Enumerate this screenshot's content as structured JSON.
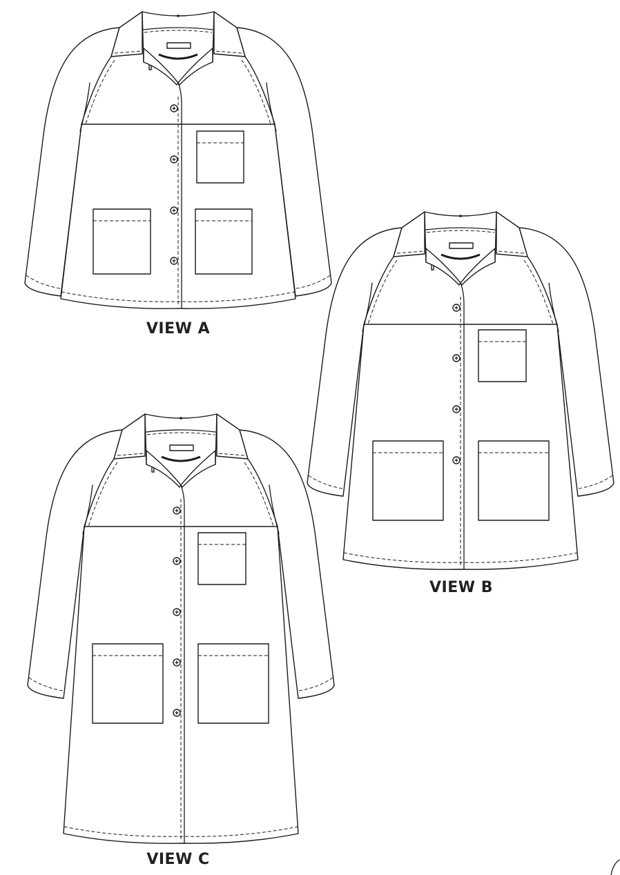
{
  "line_color": "#1a1a1a",
  "views": [
    {
      "label": "VIEW A",
      "buttons": 4,
      "pockets": 3
    },
    {
      "label": "VIEW B",
      "buttons": 4,
      "pockets": 3
    },
    {
      "label": "VIEW C",
      "buttons": 5,
      "pockets": 3
    }
  ]
}
